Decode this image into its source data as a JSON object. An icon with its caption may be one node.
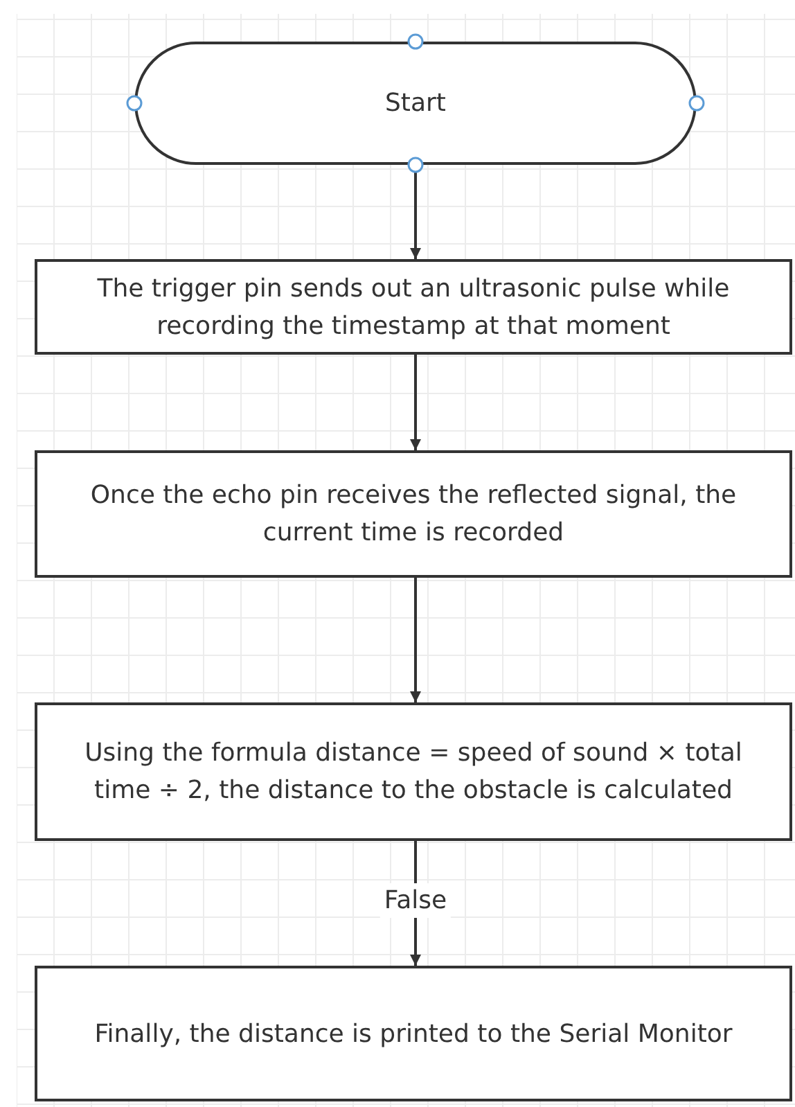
{
  "diagram": {
    "nodes": [
      {
        "text": [
          "Start"
        ]
      },
      {
        "text": [
          "The trigger pin sends out an ultrasonic pulse while recording the timestamp at that moment"
        ]
      },
      {
        "text": [
          "Once the echo pin receives the reflected signal, the current time is recorded"
        ]
      },
      {
        "text": [
          "Using the formula distance = speed of sound × total time ÷ 2, the distance to the obstacle is calculated"
        ]
      },
      {
        "text": [
          "Finally, the distance is printed to the Serial Monitor"
        ]
      }
    ],
    "edges": [
      {
        "from": 0,
        "to": 1,
        "arrow": "to"
      },
      {
        "from": 1,
        "to": 2,
        "arrow": "to"
      },
      {
        "from": 2,
        "to": 3,
        "arrow": "to"
      },
      {
        "from": 3,
        "to": 4,
        "arrow": "to",
        "label": "False"
      }
    ]
  }
}
